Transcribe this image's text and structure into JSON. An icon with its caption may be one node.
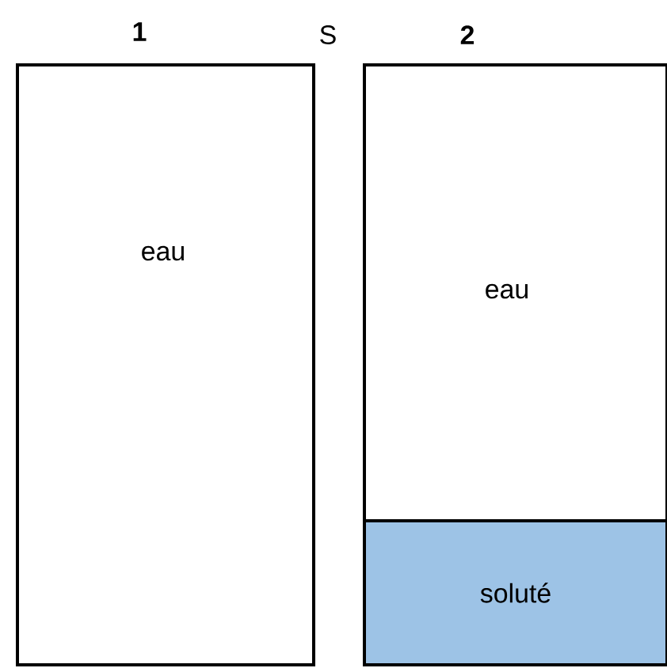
{
  "diagram": {
    "nodes": [
      {
        "text": [
          "1",
          "eau"
        ]
      },
      {
        "text": [
          "2",
          "eau"
        ]
      },
      {
        "text": [
          "soluté"
        ],
        "in": 1
      }
    ],
    "labels": [
      "S"
    ]
  }
}
